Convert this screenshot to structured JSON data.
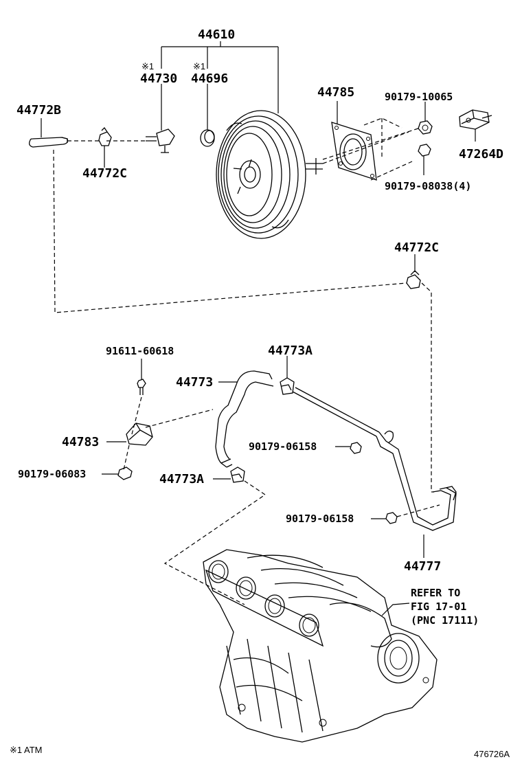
{
  "labels": {
    "p44610": "44610",
    "p44730": "44730",
    "p44696": "44696",
    "atm_mark_1": "※1",
    "atm_mark_2": "※1",
    "p44785": "44785",
    "p90179_10065": "90179-10065",
    "p44772B": "44772B",
    "p44772C_top": "44772C",
    "p47264D": "47264D",
    "p90179_08038": "90179-08038(4)",
    "p44772C_right": "44772C",
    "p91611_60618": "91611-60618",
    "p44773A_top": "44773A",
    "p44773": "44773",
    "p44783": "44783",
    "p90179_06158_a": "90179-06158",
    "p90179_06083": "90179-06083",
    "p44773A_bottom": "44773A",
    "p90179_06158_b": "90179-06158",
    "p44777": "44777",
    "refer_line1": "REFER TO",
    "refer_line2": "FIG 17-01",
    "refer_line3": "(PNC 17111)"
  },
  "footer": {
    "legend": "※1 ATM",
    "figure_code": "476726A"
  }
}
